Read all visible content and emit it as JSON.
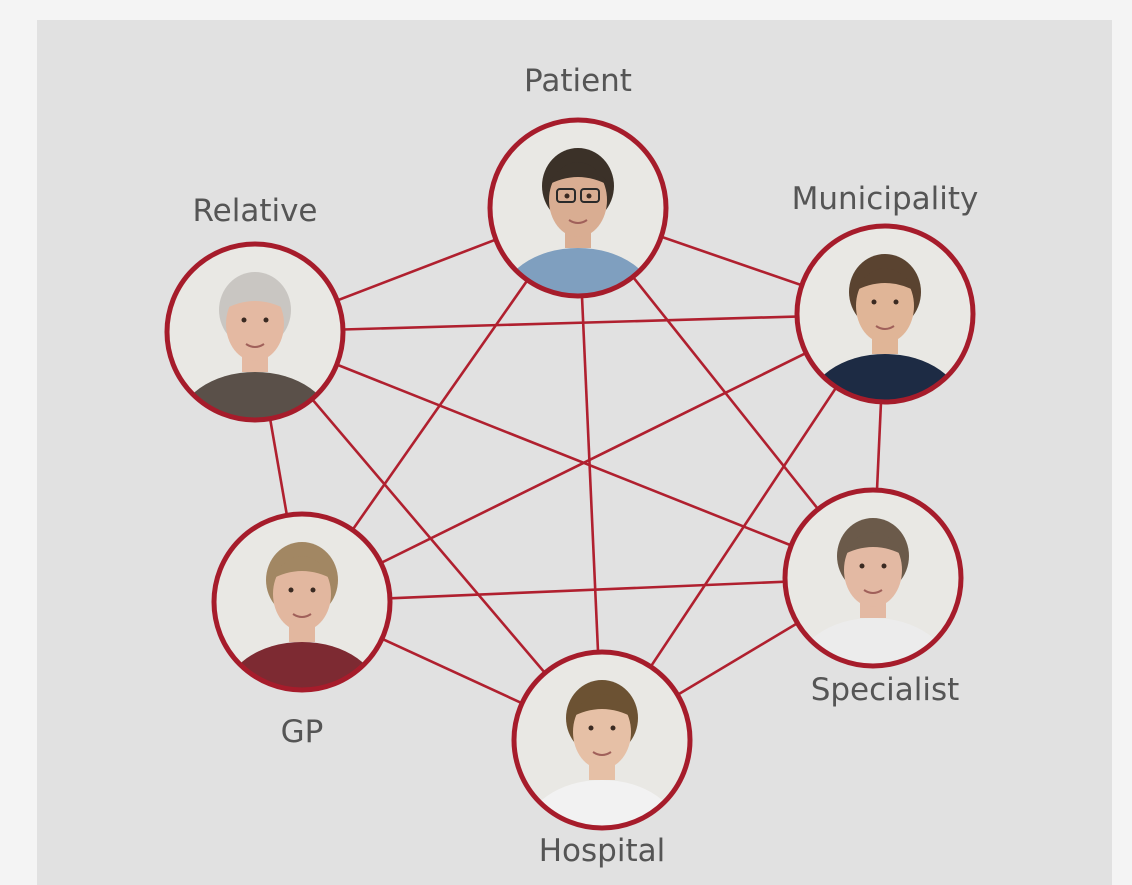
{
  "colors": {
    "panel": "#e1e1e1",
    "page": "#f4f4f4",
    "edge": "#b0202f",
    "ring": "#a61c2b",
    "label": "#555555",
    "photo_bg": "#e9e8e4"
  },
  "nodes": [
    {
      "id": "patient",
      "label": "Patient",
      "icon": "patient-photo"
    },
    {
      "id": "municipality",
      "label": "Municipality",
      "icon": "municipality-photo"
    },
    {
      "id": "specialist",
      "label": "Specialist",
      "icon": "specialist-photo"
    },
    {
      "id": "hospital",
      "label": "Hospital",
      "icon": "hospital-photo"
    },
    {
      "id": "gp",
      "label": "GP",
      "icon": "gp-photo"
    },
    {
      "id": "relative",
      "label": "Relative",
      "icon": "relative-photo"
    }
  ],
  "edges": [
    [
      "patient",
      "municipality"
    ],
    [
      "patient",
      "specialist"
    ],
    [
      "patient",
      "hospital"
    ],
    [
      "patient",
      "gp"
    ],
    [
      "patient",
      "relative"
    ],
    [
      "municipality",
      "specialist"
    ],
    [
      "municipality",
      "hospital"
    ],
    [
      "municipality",
      "gp"
    ],
    [
      "municipality",
      "relative"
    ],
    [
      "specialist",
      "hospital"
    ],
    [
      "specialist",
      "gp"
    ],
    [
      "specialist",
      "relative"
    ],
    [
      "hospital",
      "gp"
    ],
    [
      "hospital",
      "relative"
    ],
    [
      "gp",
      "relative"
    ]
  ]
}
